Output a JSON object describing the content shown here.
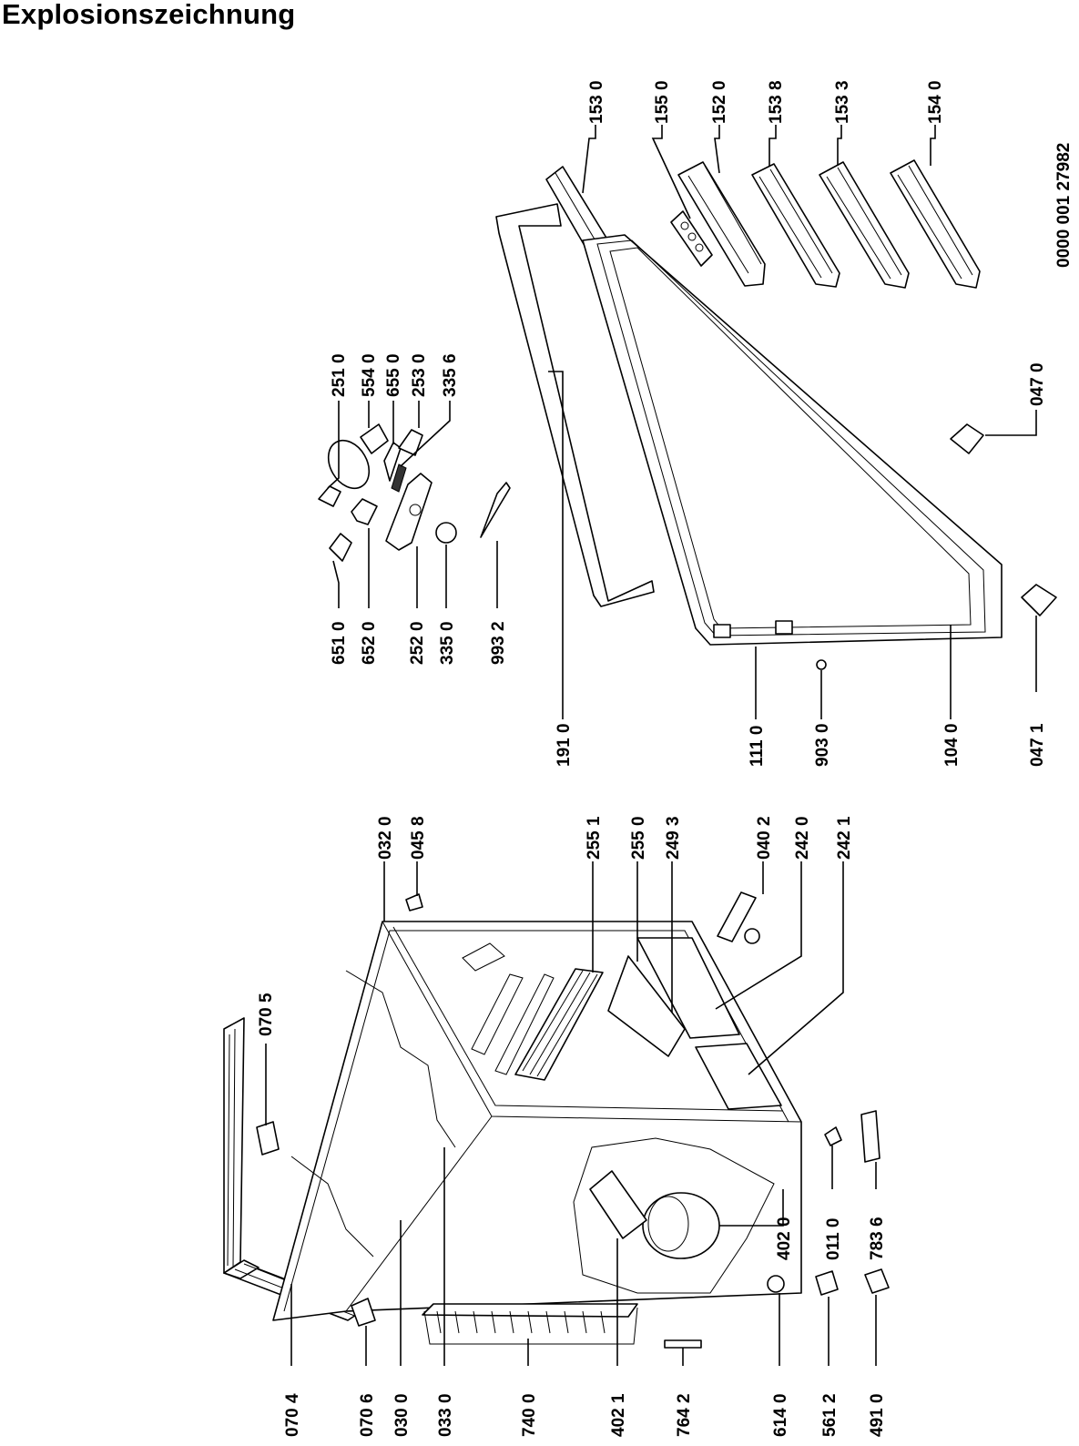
{
  "title": "Explosionszeichnung",
  "document_number": "0000 001 27982",
  "part_labels": {
    "p1530": "153 0",
    "p1550": "155 0",
    "p1520": "152 0",
    "p1538": "153 8",
    "p1533": "153 3",
    "p1540": "154 0",
    "p2510": "251 0",
    "p5540": "554 0",
    "p6550": "655 0",
    "p2530": "253 0",
    "p3356": "335 6",
    "p6510": "651 0",
    "p6520": "652 0",
    "p2520": "252 0",
    "p3350": "335 0",
    "p9932": "993 2",
    "p0470": "047 0",
    "p0471": "047 1",
    "p1910": "191 0",
    "p1110": "111 0",
    "p9030": "903 0",
    "p1040": "104 0",
    "p0705": "070 5",
    "p0320": "032 0",
    "p0458": "045 8",
    "p2551": "255 1",
    "p2550": "255 0",
    "p2493": "249 3",
    "p0402": "040 2",
    "p2420": "242 0",
    "p2421": "242 1",
    "p0704": "070 4",
    "p0706": "070 6",
    "p0300": "030 0",
    "p0330": "033 0",
    "p7400": "740 0",
    "p4021": "402 1",
    "p7642": "764 2",
    "p6140": "614 0",
    "p5612": "561 2",
    "p4910": "491 0",
    "p4020": "402 0",
    "p0110": "011 0",
    "p7836": "783 6"
  }
}
